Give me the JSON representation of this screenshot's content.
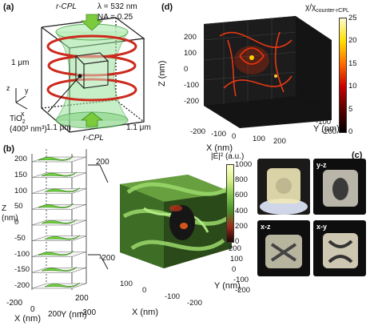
{
  "panels": {
    "a": {
      "label": "(a)",
      "rcpl_top": "r-CPL",
      "rcpl_bottom": "r-CPL",
      "wavelength": "λ = 532 nm",
      "na": "NA = 0.25",
      "dim_left": "1 μm",
      "dim_bottom": "1.1 μm",
      "dim_right": "1.1 μm",
      "material": "TiO",
      "material_sub": "2",
      "volume": "(400³ nm³)",
      "axes": {
        "z": "z",
        "y": "y",
        "x": "x"
      }
    },
    "b": {
      "label": "(b)",
      "stack_axis_label": "Z\n(nm)",
      "stack_z_ticks": [
        "200",
        "150",
        "100",
        "50",
        "0",
        "-50",
        "-100",
        "-150",
        "-200"
      ],
      "stack_x_label": "X (nm)",
      "stack_y_label": "Y (nm)",
      "stack_x_ticks": [
        "-200",
        "0",
        "200"
      ],
      "stack_y_ticks": [
        "200",
        "-200"
      ],
      "callout_top": "200",
      "callout_bottom": "-200",
      "cube_x_ticks": [
        "100",
        "0",
        "-100",
        "-200"
      ],
      "cube_y_ticks": [
        "200",
        "100",
        "0",
        "-100",
        "-200"
      ],
      "cube_x_label": "X (nm)",
      "cube_y_label": "Y (nm)",
      "colorbar_title": "|E|² (a.u.)",
      "colorbar_ticks": [
        "1000",
        "800",
        "600",
        "400",
        "200",
        "0"
      ],
      "colorbar_colors": [
        "#ffffcc",
        "#d9f08a",
        "#7fc34b",
        "#4a8f2a",
        "#a02b19",
        "#1a0707"
      ]
    },
    "c": {
      "label": "(c)",
      "photos": [
        "y-z",
        "x-z",
        "x-y"
      ]
    },
    "d": {
      "label": "(d)",
      "colorbar_title": "χ/χ",
      "colorbar_title_sub": "counter-rCPL",
      "colorbar_ticks": [
        "25",
        "20",
        "15",
        "10",
        "5",
        "0"
      ],
      "z_label": "Z (nm)",
      "z_ticks": [
        "200",
        "100",
        "0",
        "-100",
        "-200"
      ],
      "x_label": "X (nm)",
      "x_ticks": [
        "-200",
        "-100",
        "0",
        "100",
        "200"
      ],
      "y_label": "Y (nm)",
      "y_ticks": [
        "200",
        "100",
        "0",
        "-100",
        "-200"
      ],
      "colorbar_colors": [
        "#fffacd",
        "#ffe000",
        "#ff6a00",
        "#c80000",
        "#5a0000",
        "#000000"
      ]
    }
  }
}
